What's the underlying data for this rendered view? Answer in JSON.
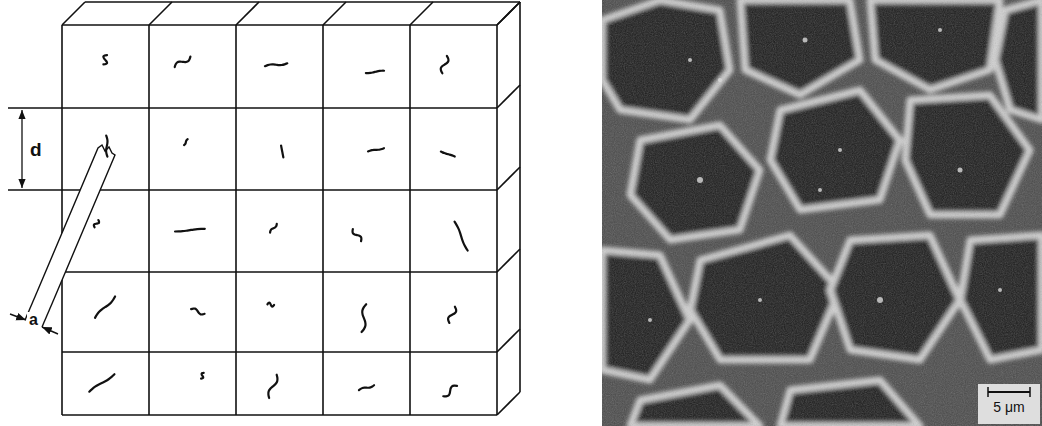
{
  "diagram": {
    "labels": [
      "d",
      "a",
      "5 μm"
    ]
  }
}
